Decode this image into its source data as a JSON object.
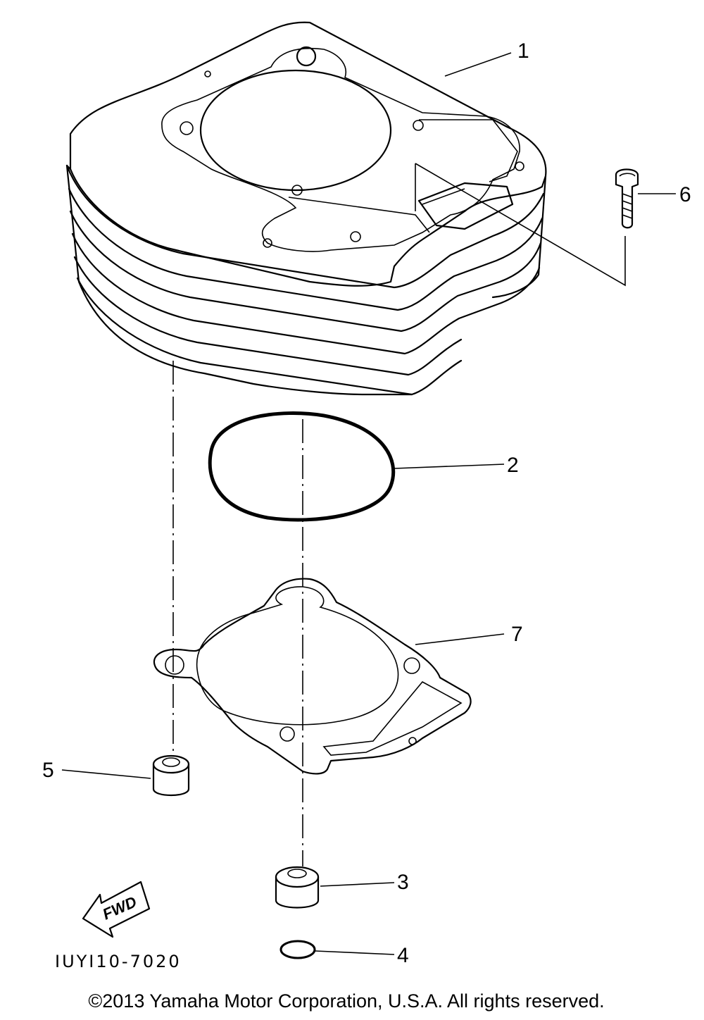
{
  "diagram": {
    "parts": [
      {
        "ref": "1",
        "name": "cylinder"
      },
      {
        "ref": "2",
        "name": "o-ring"
      },
      {
        "ref": "3",
        "name": "dowel-pin"
      },
      {
        "ref": "4",
        "name": "o-ring-small"
      },
      {
        "ref": "5",
        "name": "dowel-pin"
      },
      {
        "ref": "6",
        "name": "bolt"
      },
      {
        "ref": "7",
        "name": "cylinder-gasket"
      }
    ],
    "callouts": {
      "c1": "1",
      "c2": "2",
      "c3": "3",
      "c4": "4",
      "c5": "5",
      "c6": "6",
      "c7": "7"
    },
    "fwd_label": "FWD",
    "figure_code": "IUYI10-7020",
    "copyright": "©2013 Yamaha Motor Corporation, U.S.A. All rights reserved."
  }
}
